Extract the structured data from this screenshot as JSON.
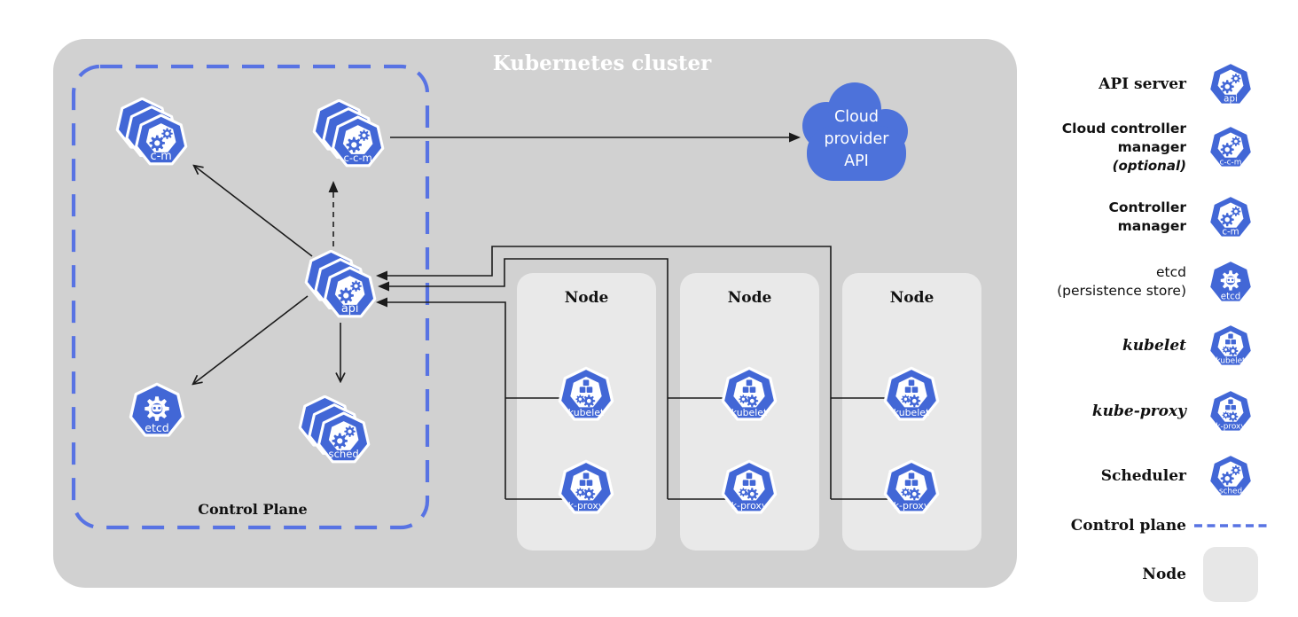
{
  "colors": {
    "k8s_blue": "#4267d6",
    "cloud_blue": "#4d72da",
    "dash_blue": "#5873e3",
    "cluster_bg": "#d1d1d1",
    "node_bg": "#e9e9e9",
    "line_black": "#1b1b1b"
  },
  "cluster": {
    "title": "Kubernetes cluster",
    "control_plane_label": "Control Plane"
  },
  "cloud": {
    "line1": "Cloud",
    "line2": "provider",
    "line3": "API"
  },
  "components": {
    "api": {
      "label": "api",
      "glyph": "gears",
      "name": "API server"
    },
    "c-c-m": {
      "label": "c-c-m",
      "glyph": "gears",
      "name": "Cloud controller manager"
    },
    "c-m": {
      "label": "c-m",
      "glyph": "gears",
      "name": "Controller manager"
    },
    "etcd": {
      "label": "etcd",
      "glyph": "etcd",
      "name": "etcd (persistence store)"
    },
    "sched": {
      "label": "sched",
      "glyph": "gears",
      "name": "Scheduler"
    },
    "kubelet": {
      "label": "kubelet",
      "glyph": "cubes",
      "name": "kubelet"
    },
    "k-proxy": {
      "label": "k-proxy",
      "glyph": "cubes",
      "name": "kube-proxy"
    }
  },
  "nodes": [
    {
      "label": "Node"
    },
    {
      "label": "Node"
    },
    {
      "label": "Node"
    }
  ],
  "legend": {
    "rows": [
      {
        "lines": [
          "API server"
        ]
      },
      {
        "lines": [
          "Cloud controller",
          "manager"
        ],
        "note": "(optional)"
      },
      {
        "lines": [
          "Controller",
          "manager"
        ]
      },
      {
        "lines": [
          "etcd",
          "(persistence store)"
        ]
      },
      {
        "lines": [
          "kubelet"
        ]
      },
      {
        "lines": [
          "kube-proxy"
        ]
      },
      {
        "lines": [
          "Scheduler"
        ]
      },
      {
        "lines": [
          "Control plane"
        ]
      },
      {
        "lines": [
          "Node"
        ]
      }
    ]
  }
}
